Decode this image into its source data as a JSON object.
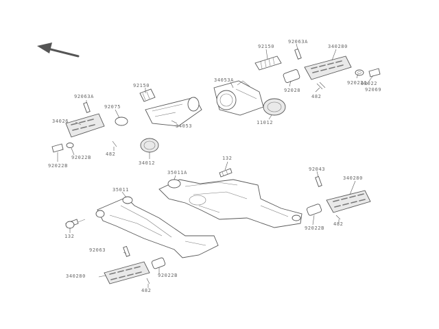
{
  "diagram": {
    "labels": [
      {
        "id": "92150a",
        "text": "92150"
      },
      {
        "id": "92063a",
        "text": "92063A"
      },
      {
        "id": "34028a",
        "text": "340280"
      },
      {
        "id": "34053a",
        "text": "34053A"
      },
      {
        "id": "92028a",
        "text": "92028"
      },
      {
        "id": "92150b",
        "text": "92150"
      },
      {
        "id": "92022a",
        "text": "92022A"
      },
      {
        "id": "92063b",
        "text": "92063A"
      },
      {
        "id": "92075a",
        "text": "92075"
      },
      {
        "id": "34026a",
        "text": "34026"
      },
      {
        "id": "34053b",
        "text": "34053"
      },
      {
        "id": "11012",
        "text": "11012"
      },
      {
        "id": "482a",
        "text": "482"
      },
      {
        "id": "92022b",
        "text": "92022B"
      },
      {
        "id": "92022c",
        "text": "92022"
      },
      {
        "id": "482b",
        "text": "482"
      },
      {
        "id": "92069",
        "text": "92069"
      },
      {
        "id": "92022d",
        "text": "92022B"
      },
      {
        "id": "34012",
        "text": "34012"
      },
      {
        "id": "35011a",
        "text": "35011A"
      },
      {
        "id": "132a",
        "text": "132"
      },
      {
        "id": "92043",
        "text": "92043"
      },
      {
        "id": "34028b",
        "text": "340280"
      },
      {
        "id": "35011",
        "text": "35011"
      },
      {
        "id": "92022e",
        "text": "92022B"
      },
      {
        "id": "482c",
        "text": "482"
      },
      {
        "id": "132b",
        "text": "132"
      },
      {
        "id": "92063c",
        "text": "92063"
      },
      {
        "id": "34028c",
        "text": "340280"
      },
      {
        "id": "92022f",
        "text": "92022B"
      },
      {
        "id": "482d",
        "text": "482"
      }
    ]
  }
}
